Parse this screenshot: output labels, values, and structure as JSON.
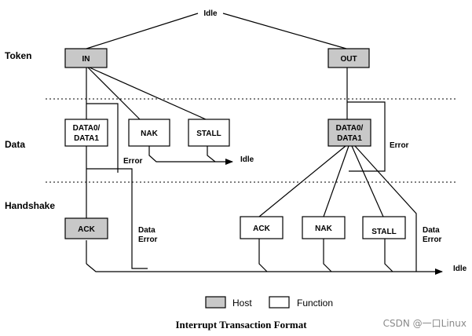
{
  "phases": {
    "token": "Token",
    "data": "Data",
    "handshake": "Handshake"
  },
  "idle_top": "Idle",
  "idle_mid": "Idle",
  "idle_bottom": "Idle",
  "boxes": {
    "in": "IN",
    "out": "OUT",
    "in_data_1": "DATA0/",
    "in_data_2": "DATA1",
    "in_nak": "NAK",
    "in_stall": "STALL",
    "out_data_1": "DATA0/",
    "out_data_2": "DATA1",
    "ack_host": "ACK",
    "out_ack": "ACK",
    "out_nak": "NAK",
    "out_stall": "STALL"
  },
  "labels": {
    "error_in": "Error",
    "error_out": "Error",
    "data_error_in_1": "Data",
    "data_error_in_2": "Error",
    "data_error_out_1": "Data",
    "data_error_out_2": "Error"
  },
  "legend": {
    "host": "Host",
    "function": "Function"
  },
  "title": "Interrupt Transaction Format",
  "watermark": "CSDN @一口Linux",
  "colors": {
    "host_fill": "#c8c8c8",
    "function_fill": "#ffffff"
  }
}
